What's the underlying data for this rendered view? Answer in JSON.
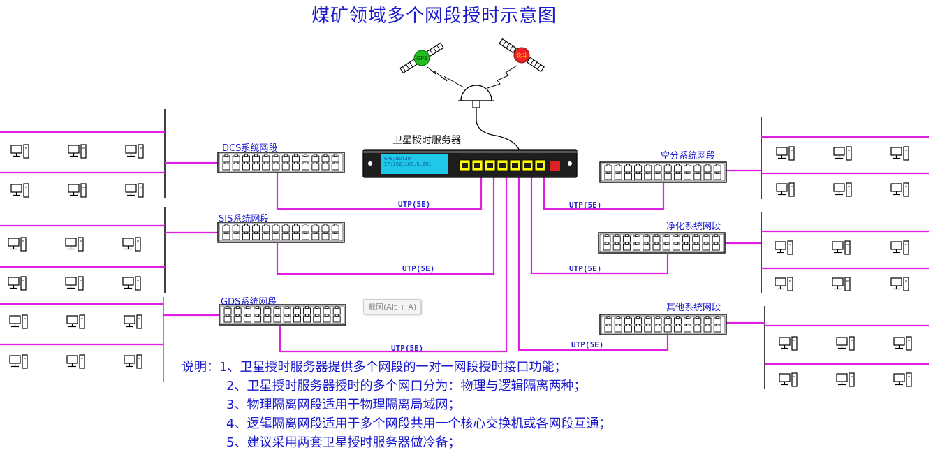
{
  "title": "煤矿领域多个网段授时示意图",
  "server": {
    "label": "卫星授时服务器",
    "display_lines": [
      "GPS/BD:20",
      "IP:192.168.5.201"
    ]
  },
  "satellites": [
    {
      "label": "GPS",
      "color": "#22bb22"
    },
    {
      "label": "北斗",
      "color": "#ee2222"
    }
  ],
  "segments": {
    "left": [
      {
        "label": "DCS系统网段"
      },
      {
        "label": "SIS系统网段"
      },
      {
        "label": "GDS系统网段"
      }
    ],
    "right": [
      {
        "label": "空分系统网段"
      },
      {
        "label": "净化系统网段"
      },
      {
        "label": "其他系统网段"
      }
    ]
  },
  "cable_label": "UTP(5E)",
  "tooltip": "截图(Alt + A)",
  "notes": [
    "说明：1、卫星授时服务器提供多个网段的一对一网段授时接口功能；",
    "2、卫星授时服务器授时的多个网口分为：物理与逻辑隔离两种；",
    "3、物理隔离网段适用于物理隔离局域网；",
    "4、逻辑隔离网段适用于多个网段共用一个核心交换机或各网段互通；",
    "5、建议采用两套卫星授时服务器做冷备；"
  ],
  "colors": {
    "title": "#1a1acc",
    "link": "#e020e0",
    "text": "#1a1acc",
    "port": "#ffff00",
    "panel": "#222222"
  }
}
